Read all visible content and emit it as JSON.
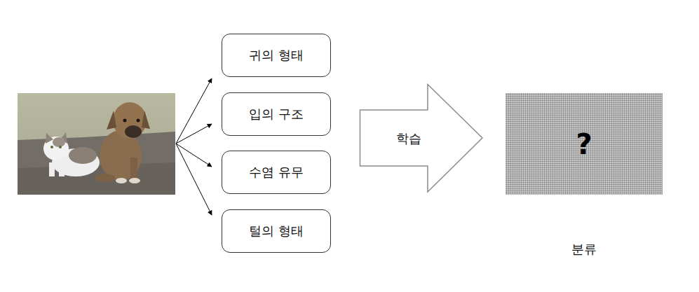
{
  "diagram": {
    "nodes": [
      {
        "text": [
          "귀의 형태"
        ]
      },
      {
        "text": [
          "입의 구조"
        ]
      },
      {
        "text": [
          "수염 유무"
        ]
      },
      {
        "text": [
          "털의 형태"
        ]
      },
      {
        "text": [
          "학습"
        ]
      },
      {
        "text": [
          "?",
          "분류"
        ]
      }
    ]
  }
}
